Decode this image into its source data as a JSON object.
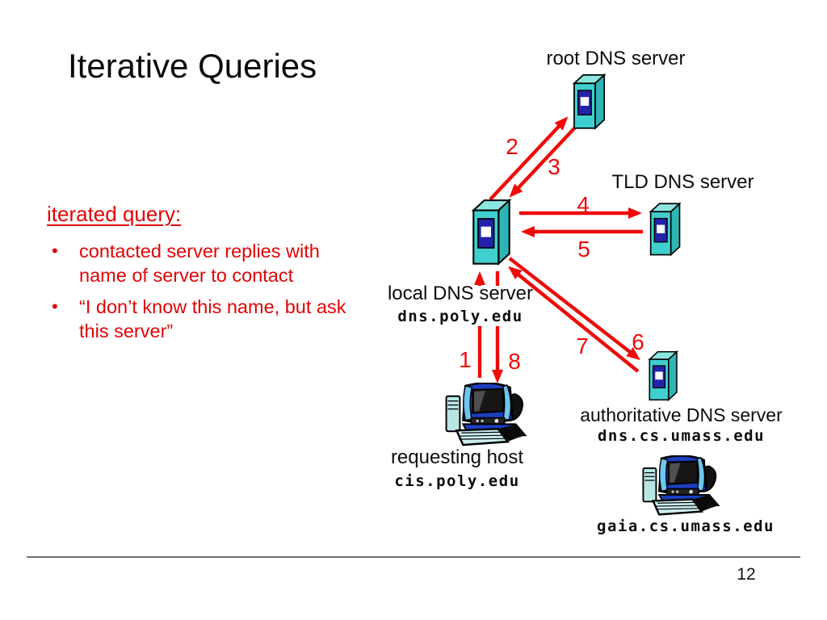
{
  "slide": {
    "title": "Iterative Queries",
    "page_number": "12"
  },
  "notes": {
    "heading": "iterated query:",
    "bullets": [
      "contacted server replies with name of server to contact",
      "“I don’t know this name, but ask this server”"
    ]
  },
  "diagram": {
    "nodes": {
      "root": {
        "label": "root DNS server"
      },
      "tld": {
        "label": "TLD DNS server"
      },
      "local": {
        "label": "local DNS server",
        "hostname": "dns.poly.edu"
      },
      "authoritative": {
        "label": "authoritative DNS server",
        "hostname": "dns.cs.umass.edu"
      },
      "requesting_host": {
        "label": "requesting host",
        "hostname": "cis.poly.edu"
      },
      "remote_host": {
        "hostname": "gaia.cs.umass.edu"
      }
    },
    "steps": [
      "1",
      "2",
      "3",
      "4",
      "5",
      "6",
      "7",
      "8"
    ],
    "icons": {
      "dns_server": "dns-server-icon",
      "host_computer": "host-computer-icon"
    },
    "colors": {
      "arrow_red": "#ee0a0a",
      "text_red": "#e00505",
      "server_teal_front": "#3fcfcf",
      "server_teal_top": "#8ce6e0",
      "server_teal_side": "#2fb4b4",
      "server_panel_blue": "#2222aa",
      "computer_blue": "#1d3fbe",
      "computer_lightblue": "#6cc6ee"
    }
  }
}
